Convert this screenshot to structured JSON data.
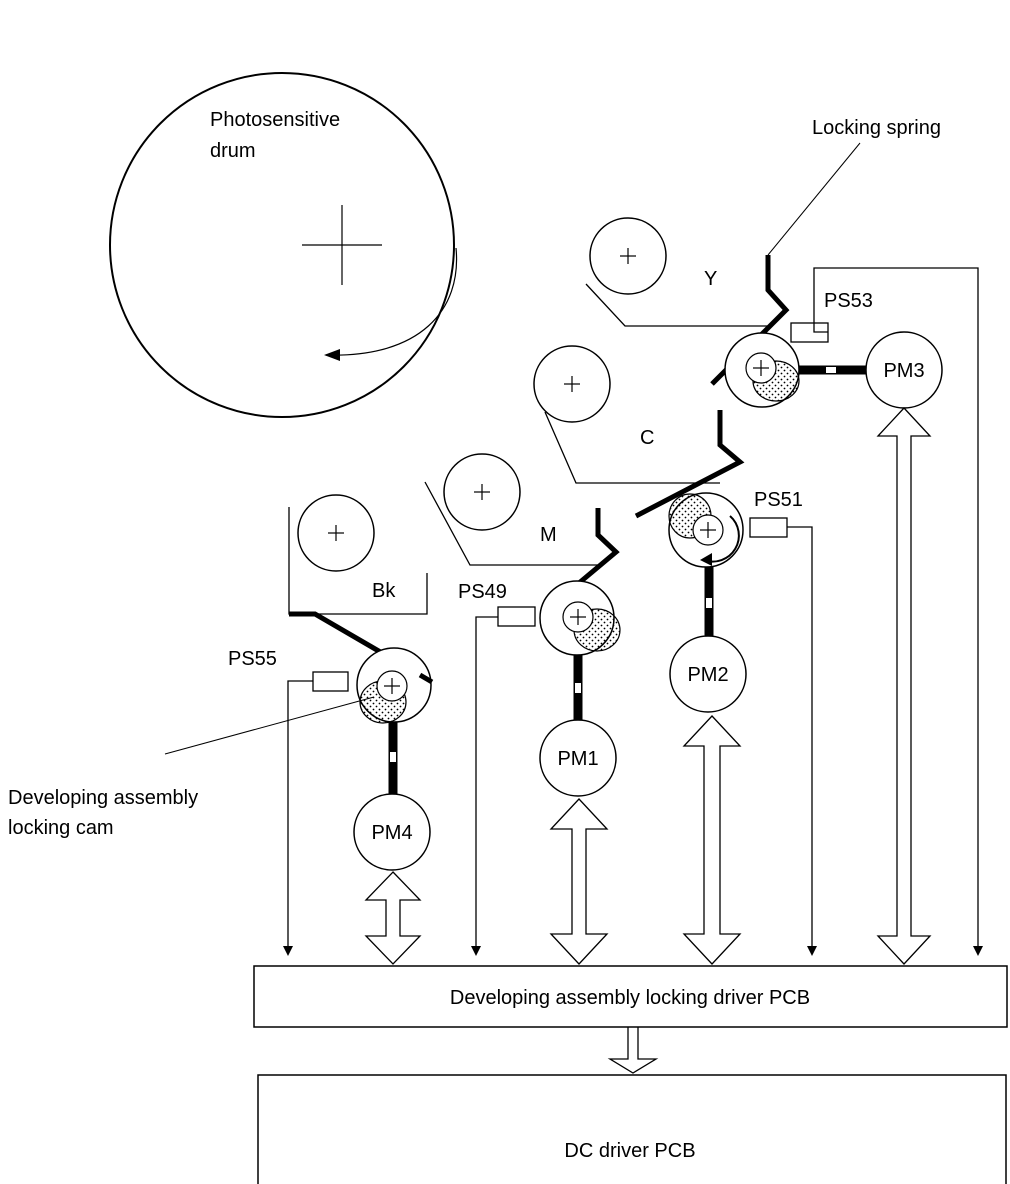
{
  "labels": {
    "drum_line1": "Photosensitive",
    "drum_line2": "drum",
    "locking_spring": "Locking spring",
    "cam_line1": "Developing assembly",
    "cam_line2": "locking cam"
  },
  "units": {
    "yellow": "Y",
    "cyan": "C",
    "magenta": "M",
    "black": "Bk"
  },
  "sensors": {
    "ps53": "PS53",
    "ps51": "PS51",
    "ps49": "PS49",
    "ps55": "PS55"
  },
  "motors": {
    "pm1": "PM1",
    "pm2": "PM2",
    "pm3": "PM3",
    "pm4": "PM4"
  },
  "boards": {
    "locking_driver": "Developing assembly locking driver PCB",
    "dc_driver": "DC driver PCB"
  }
}
